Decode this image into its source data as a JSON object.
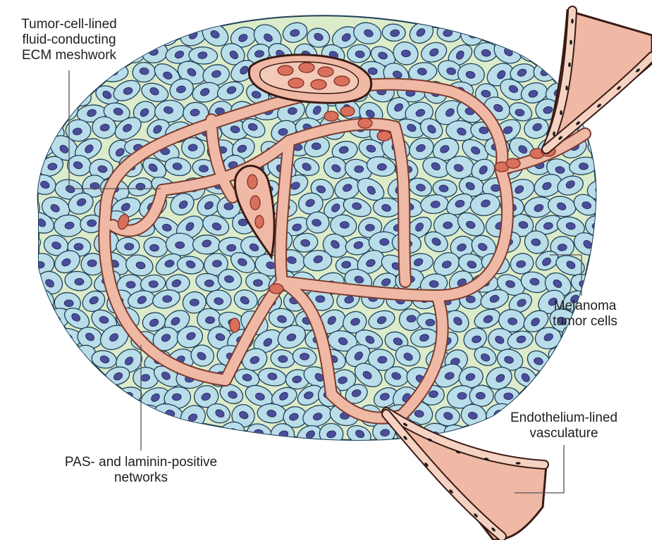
{
  "labels": {
    "ecm_meshwork": [
      "Tumor-cell-lined",
      "fluid-conducting",
      "ECM meshwork"
    ],
    "melanoma": [
      "Melanoma",
      "tumor cells"
    ],
    "endothelium": [
      "Endothelium-lined",
      "vasculature"
    ],
    "pas_networks": [
      "PAS- and laminin-positive",
      "networks"
    ]
  },
  "colors": {
    "cell_fill": "#b9dde9",
    "cell_stroke": "#1e3f57",
    "nucleus": "#4a4e9a",
    "channel": "#efb9a5",
    "channel_stroke": "#7a3a2e",
    "matrix": "#dcebc9",
    "rbc": "#d9705c",
    "leader_line": "#555555"
  }
}
